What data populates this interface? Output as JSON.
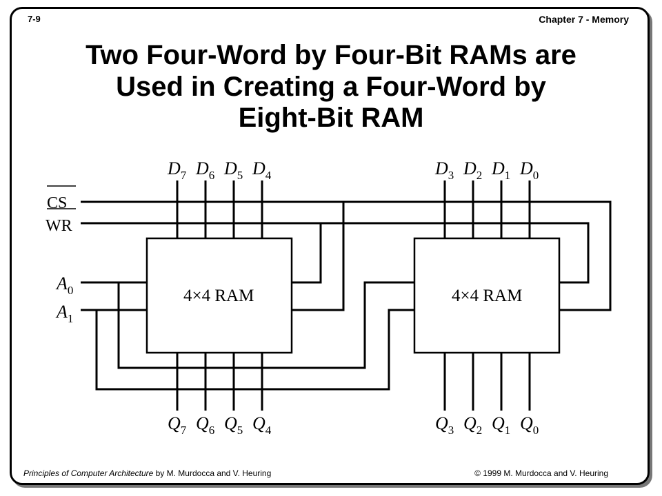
{
  "header": {
    "slide_number": "7-9",
    "chapter": "Chapter 7 - Memory"
  },
  "title": {
    "line1": "Two Four-Word by Four-Bit RAMs are",
    "line2": "Used in Creating a Four-Word by",
    "line3": "Eight-Bit RAM"
  },
  "diagram": {
    "control_inputs": {
      "cs": "CS",
      "wr": "WR"
    },
    "address_inputs": [
      {
        "base": "A",
        "sub": "0"
      },
      {
        "base": "A",
        "sub": "1"
      }
    ],
    "left_ram": {
      "label": "4×4 RAM",
      "data_in": [
        {
          "base": "D",
          "sub": "7"
        },
        {
          "base": "D",
          "sub": "6"
        },
        {
          "base": "D",
          "sub": "5"
        },
        {
          "base": "D",
          "sub": "4"
        }
      ],
      "data_out": [
        {
          "base": "Q",
          "sub": "7"
        },
        {
          "base": "Q",
          "sub": "6"
        },
        {
          "base": "Q",
          "sub": "5"
        },
        {
          "base": "Q",
          "sub": "4"
        }
      ]
    },
    "right_ram": {
      "label": "4×4 RAM",
      "data_in": [
        {
          "base": "D",
          "sub": "3"
        },
        {
          "base": "D",
          "sub": "2"
        },
        {
          "base": "D",
          "sub": "1"
        },
        {
          "base": "D",
          "sub": "0"
        }
      ],
      "data_out": [
        {
          "base": "Q",
          "sub": "3"
        },
        {
          "base": "Q",
          "sub": "2"
        },
        {
          "base": "Q",
          "sub": "1"
        },
        {
          "base": "Q",
          "sub": "0"
        }
      ]
    }
  },
  "footer": {
    "book_title": "Principles of Computer Architecture",
    "authors": " by M. Murdocca and V. Heuring",
    "copyright": "© 1999 M. Murdocca and V. Heuring"
  }
}
